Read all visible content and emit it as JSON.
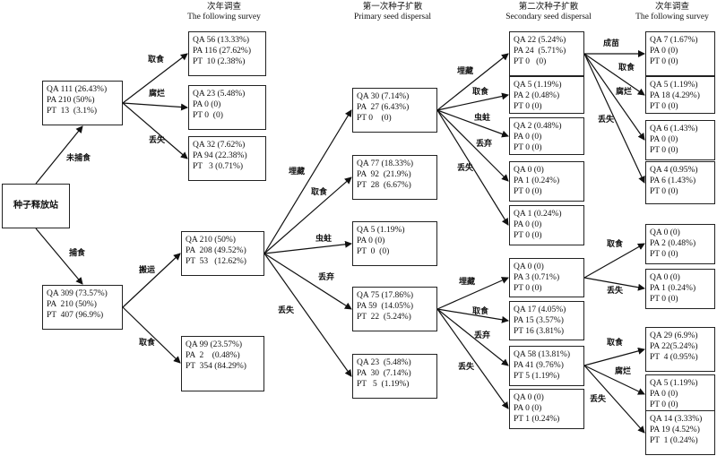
{
  "headers": {
    "col1_cn": "次年调查",
    "col1_en": "The following survey",
    "col2_cn": "第一次种子扩散",
    "col2_en": "Primary seed dispersal",
    "col3_cn": "第二次种子扩散",
    "col3_en": "Secondary seed dispersal",
    "col4_cn": "次年调查",
    "col4_en": "The following survey"
  },
  "root": {
    "label": "种子释放站"
  },
  "edge_labels": {
    "not_predated": "未捕食",
    "predated": "捕食",
    "u_take": "取食",
    "u_rot": "腐烂",
    "u_lost": "丢失",
    "p_carry": "搬运",
    "p_take": "取食",
    "c_bury": "埋藏",
    "c_take": "取食",
    "c_weevil": "虫蛀",
    "c_drop": "丢弃",
    "c_lost": "丢失",
    "b_bury": "埋藏",
    "b_take": "取食",
    "b_weevil": "虫蛀",
    "b_drop": "丢弃",
    "b_lost": "丢失",
    "bb_seedling": "成苗",
    "bb_take": "取食",
    "bb_rot": "腐烂",
    "bb_lost": "丢失",
    "d_bury": "埋藏",
    "d_take": "取食",
    "d_drop": "丢弃",
    "d_lost": "丢失",
    "db_take": "取食",
    "db_lost": "丢失",
    "dd_take": "取食",
    "dd_rot": "腐烂",
    "dd_lost": "丢失"
  },
  "boxes": {
    "unpred": [
      "QA 111 (26.43%)",
      "PA 210 (50%)",
      "PT  13  (3.1%)"
    ],
    "pred": [
      "QA 309 (73.57%)",
      "PA  210 (50%)",
      "PT  407 (96.9%)"
    ],
    "u_take": [
      "QA 56 (13.33%)",
      "PA 116 (27.62%)",
      "PT  10 (2.38%)"
    ],
    "u_rot": [
      "QA 23 (5.48%)",
      "PA 0 (0)",
      "PT 0  (0)"
    ],
    "u_lost": [
      "QA 32 (7.62%)",
      "PA 94 (22.38%)",
      "PT   3 (0.71%)"
    ],
    "carry": [
      "QA 210 (50%)",
      "PA  208 (49.52%)",
      "PT  53   (12.62%)"
    ],
    "p_take": [
      "QA 99 (23.57%)",
      "PA  2    (0.48%)",
      "PT  354 (84.29%)"
    ],
    "c_bury": [
      "QA 30 (7.14%)",
      "PA  27 (6.43%)",
      "PT 0    (0)"
    ],
    "c_take": [
      "QA 77 (18.33%)",
      "PA  92  (21.9%)",
      "PT  28  (6.67%)"
    ],
    "c_weevil": [
      "QA 5 (1.19%)",
      "PA 0 (0)",
      "PT  0  (0)"
    ],
    "c_drop": [
      "QA 75 (17.86%)",
      "PA 59  (14.05%)",
      "PT  22  (5.24%)"
    ],
    "c_lost": [
      "QA 23  (5.48%)",
      "PA  30  (7.14%)",
      "PT   5  (1.19%)"
    ],
    "b_bury": [
      "QA 22 (5.24%)",
      "PA 24  (5.71%)",
      "PT 0   (0)"
    ],
    "b_take": [
      "QA 5 (1.19%)",
      "PA 2 (0.48%)",
      "PT 0 (0)"
    ],
    "b_weevil": [
      "QA 2 (0.48%)",
      "PA 0 (0)",
      "PT 0 (0)"
    ],
    "b_drop": [
      "QA 0 (0)",
      "PA 1 (0.24%)",
      "PT 0 (0)"
    ],
    "b_lost": [
      "QA 1 (0.24%)",
      "PA 0 (0)",
      "PT 0 (0)"
    ],
    "bb_seedling": [
      "QA 7 (1.67%)",
      "PA 0 (0)",
      "PT 0 (0)"
    ],
    "bb_take": [
      "QA 5 (1.19%)",
      "PA 18 (4.29%)",
      "PT 0 (0)"
    ],
    "bb_rot": [
      "QA 6 (1.43%)",
      "PA 0 (0)",
      "PT 0 (0)"
    ],
    "bb_lost": [
      "QA 4 (0.95%)",
      "PA 6 (1.43%)",
      "PT 0 (0)"
    ],
    "d_bury": [
      "QA 0 (0)",
      "PA 3 (0.71%)",
      "PT 0 (0)"
    ],
    "d_take": [
      "QA 17 (4.05%)",
      "PA 15 (3.57%)",
      "PT 16 (3.81%)"
    ],
    "d_drop": [
      "QA 58 (13.81%)",
      "PA 41 (9.76%)",
      "PT 5 (1.19%)"
    ],
    "d_lost": [
      "QA 0 (0)",
      "PA 0 (0)",
      "PT 1 (0.24%)"
    ],
    "db_take": [
      "QA 0 (0)",
      "PA 2 (0.48%)",
      "PT 0 (0)"
    ],
    "db_lost": [
      "QA 0 (0)",
      "PA 1 (0.24%)",
      "PT 0 (0)"
    ],
    "dd_take": [
      "QA 29 (6.9%)",
      "PA 22(5.24%)",
      "PT  4 (0.95%)"
    ],
    "dd_rot": [
      "QA 5 (1.19%)",
      "PA 0 (0)",
      "PT 0 (0)"
    ],
    "dd_lost": [
      "QA 14 (3.33%)",
      "PA 19 (4.52%)",
      "PT  1 (0.24%)"
    ]
  }
}
